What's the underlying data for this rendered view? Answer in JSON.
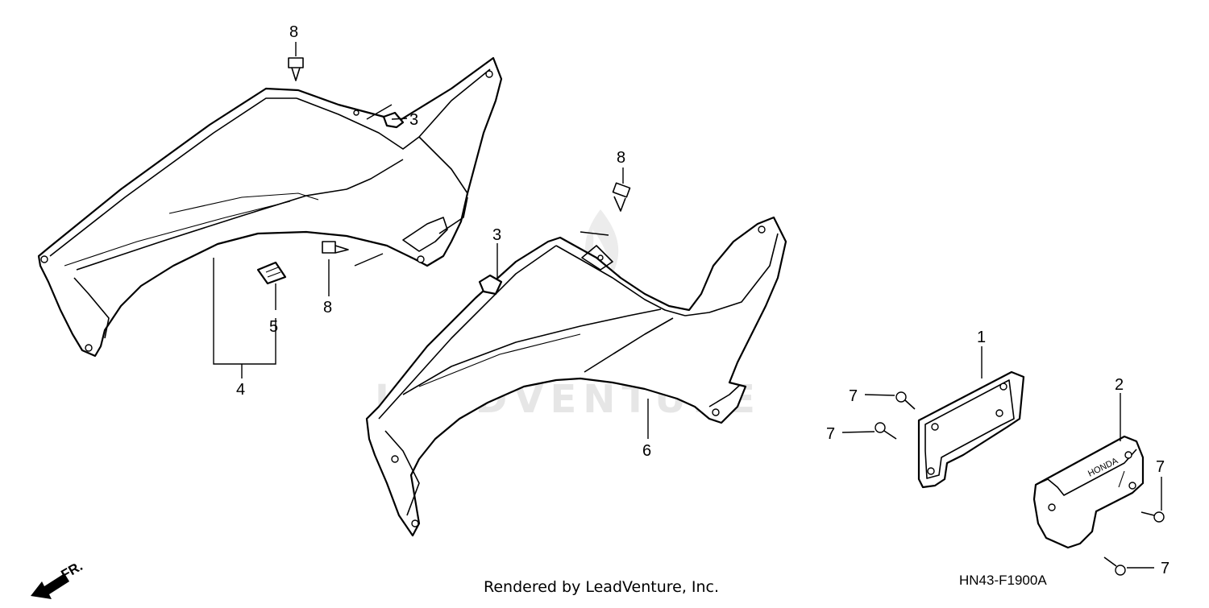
{
  "watermark": {
    "text": "LEADVENTURE",
    "logo": "leadventure-logo"
  },
  "footer": {
    "render_credit": "Rendered by LeadVenture, Inc.",
    "diagram_code": "HN43-F1900A",
    "direction_label": "FR."
  },
  "badge_text": "HONDA",
  "callouts": [
    {
      "id": "c8a",
      "label": "8"
    },
    {
      "id": "c3a",
      "label": "3"
    },
    {
      "id": "c8b",
      "label": "8"
    },
    {
      "id": "c5",
      "label": "5"
    },
    {
      "id": "c4",
      "label": "4"
    },
    {
      "id": "c8c",
      "label": "8"
    },
    {
      "id": "c3b",
      "label": "3"
    },
    {
      "id": "c6",
      "label": "6"
    },
    {
      "id": "c1",
      "label": "1"
    },
    {
      "id": "c2",
      "label": "2"
    },
    {
      "id": "c7a",
      "label": "7"
    },
    {
      "id": "c7b",
      "label": "7"
    },
    {
      "id": "c7c",
      "label": "7"
    },
    {
      "id": "c7d",
      "label": "7"
    }
  ]
}
